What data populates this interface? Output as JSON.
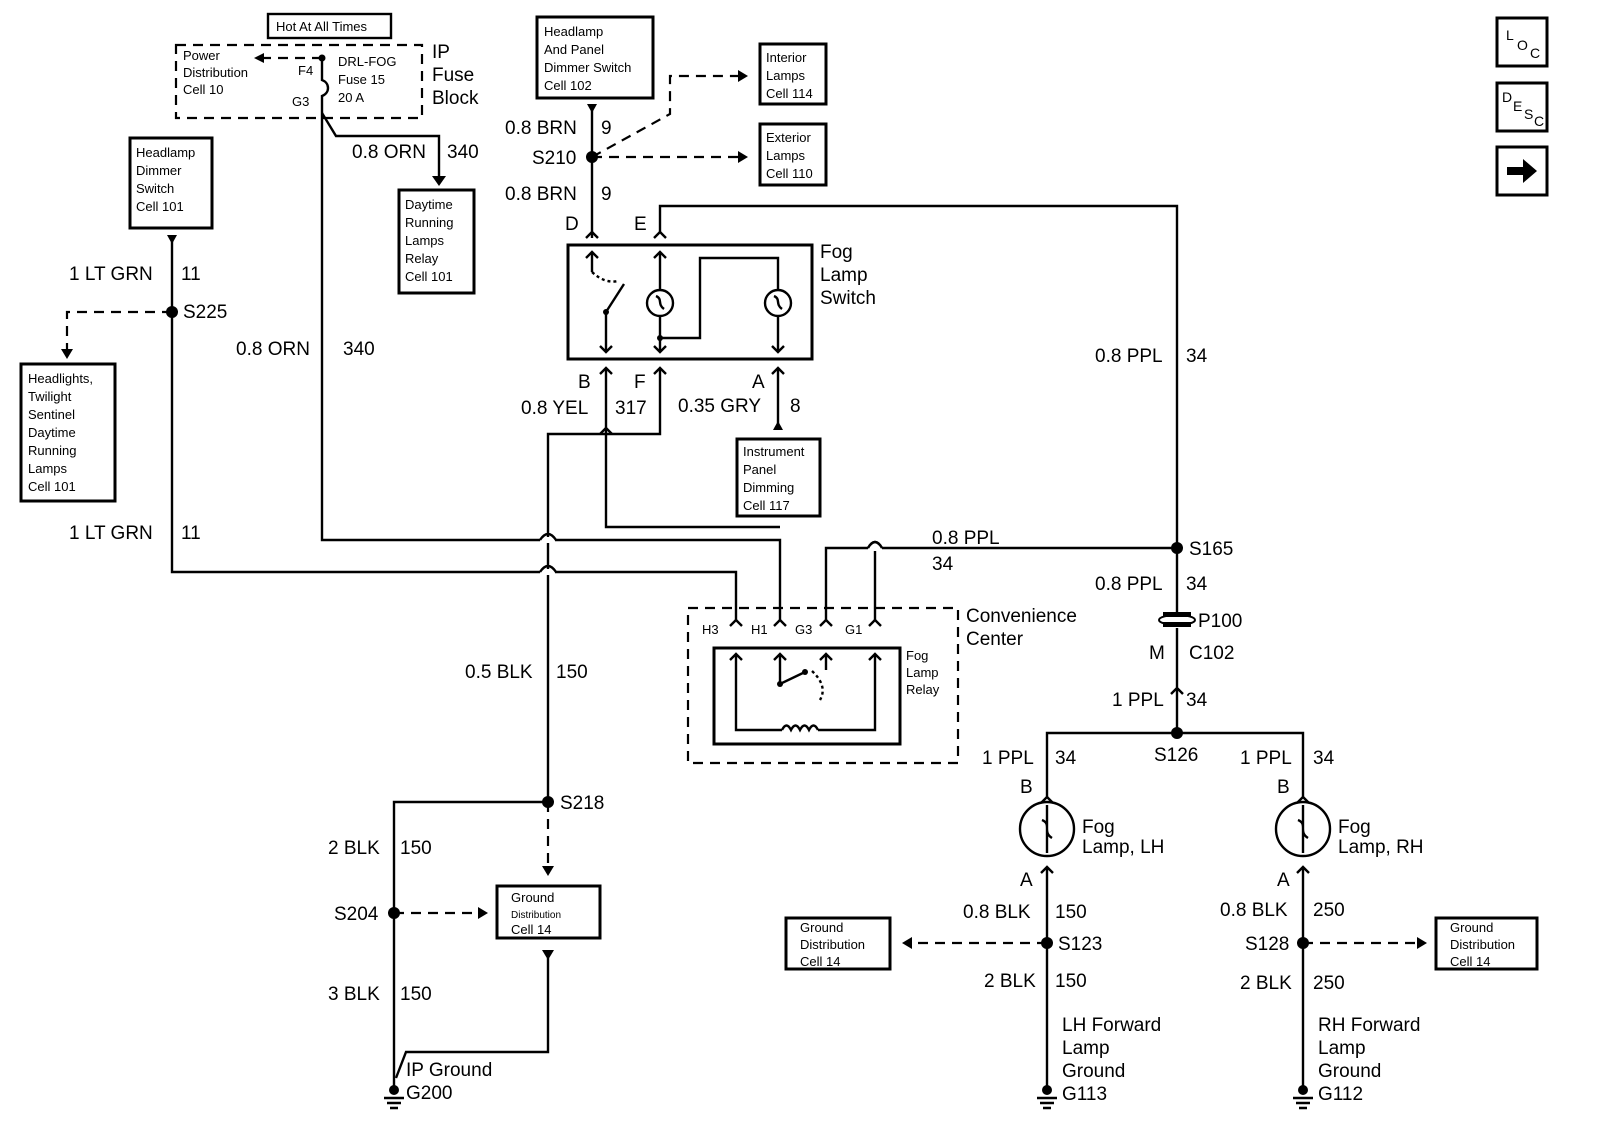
{
  "nav": {
    "loc_main": "L",
    "loc_sub": "O",
    "loc_sub2": "C",
    "desc_main": "D",
    "desc_sub": "E",
    "desc_sub2": "S",
    "desc_sub3": "C",
    "next_icon": "right-arrow-icon"
  },
  "fuse": {
    "hot_label": "Hot At All Times",
    "pdc_lines": [
      "Power",
      "Distribution",
      "Cell 10"
    ],
    "pin_top": "F4",
    "pin_bottom": "G3",
    "fuse_lines": [
      "DRL-FOG",
      "Fuse 15",
      "20 A"
    ],
    "block_lines": [
      "IP",
      "Fuse",
      "Block"
    ]
  },
  "refs": {
    "headlamp_panel_switch": [
      "Headlamp",
      "And Panel",
      "Dimmer Switch",
      "Cell 102"
    ],
    "interior_lamps": [
      "Interior",
      "Lamps",
      "Cell 114"
    ],
    "exterior_lamps": [
      "Exterior",
      "Lamps",
      "Cell 110"
    ],
    "drl_relay": [
      "Daytime",
      "Running",
      "Lamps",
      "Relay",
      "Cell 101"
    ],
    "headlamp_dimmer": [
      "Headlamp",
      "Dimmer",
      "Switch",
      "Cell 101"
    ],
    "headlights": [
      "Headlights,",
      "Twilight",
      "Sentinel",
      "Daytime",
      "Running",
      "Lamps",
      "Cell 101"
    ],
    "ip_dimming": [
      "Instrument",
      "Panel",
      "Dimming",
      "Cell 117"
    ],
    "ground_dist_center": [
      "Ground",
      "Distribution",
      "Cell 14"
    ],
    "ground_dist_left": [
      "Ground",
      "Distribution",
      "Cell 14"
    ],
    "ground_dist_right": [
      "Ground",
      "Distribution",
      "Cell 14"
    ]
  },
  "fog_switch": {
    "title_lines": [
      "Fog",
      "Lamp",
      "Switch"
    ],
    "pin_d": "D",
    "pin_e": "E",
    "pin_b": "B",
    "pin_f": "F",
    "pin_a": "A"
  },
  "relay": {
    "center_lines": [
      "Convenience",
      "Center"
    ],
    "relay_lines": [
      "Fog",
      "Lamp",
      "Relay"
    ],
    "pins": [
      "H3",
      "H1",
      "G3",
      "G1"
    ]
  },
  "wires": {
    "brn_top": "0.8 BRN",
    "brn_top_circ": "9",
    "brn_bot": "0.8 BRN",
    "brn_bot_circ": "9",
    "orn_top": "0.8 ORN",
    "orn_top_circ": "340",
    "orn_left": "0.8 ORN",
    "orn_left_circ": "340",
    "ltgrn_top": "1 LT GRN",
    "ltgrn_top_circ": "11",
    "ltgrn_bot": "1 LT GRN",
    "ltgrn_bot_circ": "11",
    "ppl_right": "0.8 PPL",
    "ppl_right_circ": "34",
    "yel": "0.8 YEL",
    "yel_circ": "317",
    "gry": "0.35 GRY",
    "gry_circ": "8",
    "ppl_mid": "0.8 PPL",
    "ppl_mid_circ": "34",
    "ppl_s165": "0.8 PPL",
    "ppl_s165_circ": "34",
    "ppl_c102": "1 PPL",
    "ppl_c102_circ": "34",
    "ppl_lh": "1 PPL",
    "ppl_lh_circ": "34",
    "ppl_rh": "1 PPL",
    "ppl_rh_circ": "34",
    "blk_05": "0.5 BLK",
    "blk_05_circ": "150",
    "blk_2": "2 BLK",
    "blk_2_circ": "150",
    "blk_3": "3 BLK",
    "blk_3_circ": "150",
    "blk_lh_08": "0.8 BLK",
    "blk_lh_08_circ": "150",
    "blk_lh_2": "2 BLK",
    "blk_lh_2_circ": "150",
    "blk_rh_08": "0.8 BLK",
    "blk_rh_08_circ": "250",
    "blk_rh_2": "2 BLK",
    "blk_rh_2_circ": "250"
  },
  "splices": {
    "s210": "S210",
    "s225": "S225",
    "s165": "S165",
    "s126": "S126",
    "s218": "S218",
    "s204": "S204",
    "s123": "S123",
    "s128": "S128"
  },
  "connectors": {
    "p100": "P100",
    "c102": "C102",
    "pin_m": "M",
    "lh_b": "B",
    "lh_a": "A",
    "rh_b": "B",
    "rh_a": "A"
  },
  "lamps": {
    "lh_lines": [
      "Fog",
      "Lamp, LH"
    ],
    "rh_lines": [
      "Fog",
      "Lamp, RH"
    ]
  },
  "grounds": {
    "ip_lines": [
      "IP Ground",
      "G200"
    ],
    "lh_lines": [
      "LH Forward",
      "Lamp",
      "Ground",
      "G113"
    ],
    "rh_lines": [
      "RH Forward",
      "Lamp",
      "Ground",
      "G112"
    ]
  }
}
